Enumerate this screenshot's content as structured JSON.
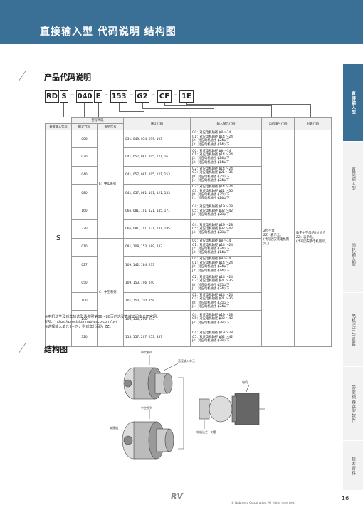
{
  "header": {
    "title": "直接输入型 代码说明 结构图"
  },
  "section1": {
    "title": "产品代码说明"
  },
  "code": {
    "boxes": [
      "RD",
      "S",
      "040",
      "E",
      "153",
      "G2",
      "CF",
      "1E"
    ]
  },
  "table": {
    "group_header": "型号代码",
    "headers": [
      "直接输入代号",
      "额定代号",
      "系列代号",
      "速比代码",
      "输入单元代码",
      "电机法兰代码",
      "对套代码"
    ],
    "direct_code": "S",
    "series_e": "E：中实系列",
    "series_c": "C：中空系列",
    "motor_flange": [
      "2位字母",
      "ZZ：表示无。",
      "(代号因安装电机而异。)"
    ],
    "sleeve": [
      "数字＋字母的2位组合",
      "ZZ：表示无。",
      "(代号因安装电机而异。)"
    ],
    "rows": [
      {
        "rated": "006",
        "ratio": "031, 043, 054, 079, 103",
        "input": [
          "G0：对应电机轴径 ϕ8 ～14",
          "G1：对应电机轴径 ϕ14 ～24",
          "J2：对应电机轴径 ϕ24以下",
          "J3：对应电机轴径 ϕ14以下"
        ]
      },
      {
        "rated": "020",
        "ratio": "041, 057, 081, 105, 121, 161",
        "input": [
          "G0：对应电机轴径 ϕ8 ～14",
          "G1：对应电机轴径 ϕ14 ～24",
          "J2：对应电机轴径 ϕ24以下",
          "J3：对应电机轴径 ϕ14以下"
        ]
      },
      {
        "rated": "040",
        "ratio": "041, 057, 081, 105, 121, 153",
        "input": [
          "G2：对应电机轴径 ϕ14 ～24",
          "G3：对应电机轴径 ϕ21 ～35",
          "J8：对应电机轴径 ϕ35以下",
          "J1：对应电机轴径 ϕ24以下"
        ]
      },
      {
        "rated": "080",
        "ratio": "041, 057, 081, 101, 121, 153",
        "input": [
          "G2：对应电机轴径 ϕ14 ～24",
          "G3：对应电机轴径 ϕ21 ～35",
          "J8：对应电机轴径 ϕ35以下",
          "J1：对应电机轴径 ϕ24以下"
        ]
      },
      {
        "rated": "160",
        "ratio": "066, 081, 101, 121, 145, 171",
        "input": [
          "G4：对应电机轴径 ϕ19 ～28",
          "G5：对应电机轴径 ϕ32 ～42",
          "J4：对应电机轴径 ϕ28以下"
        ]
      },
      {
        "rated": "320",
        "ratio": "066, 081, 101, 121, 141, 185",
        "input": [
          "G4：对应电机轴径 ϕ19 ～28",
          "G5：对应电机轴径 ϕ32 ～42",
          "J4：对应电机轴径 ϕ28以下"
        ]
      },
      {
        "rated": "010",
        "ratio": "081, 108, 153, 189, 243",
        "input": [
          "G0：对应电机轴径 ϕ8 ～14",
          "G1：对应电机轴径 ϕ14 ～24",
          "J2：对应电机轴径 ϕ24以下",
          "J3：对应电机轴径 ϕ14以下"
        ]
      },
      {
        "rated": "027",
        "ratio": "109, 142, 184, 233",
        "input": [
          "G0：对应电机轴径 ϕ8 ～14",
          "G1：对应电机轴径 ϕ14 ～24",
          "J2：对应电机轴径 ϕ24以下",
          "J3：对应电机轴径 ϕ14以下"
        ]
      },
      {
        "rated": "050",
        "ratio": "109, 153, 196, 240",
        "input": [
          "G2：对应电机轴径 ϕ14 ～24",
          "G3：对应电机轴径 ϕ21 ～35",
          "J8：对应电机轴径 ϕ35以下",
          "J1：对应电机轴径 ϕ24以下"
        ]
      },
      {
        "rated": "100",
        "ratio": "101, 150, 210, 258",
        "input": [
          "G2：对应电机轴径 ϕ14 ～24",
          "G3：对应电机轴径 ϕ21 ～35",
          "J8：对应电机轴径 ϕ35以下",
          "J1：对应电机轴径 ϕ24以下"
        ]
      },
      {
        "rated": "200",
        "ratio": "106, 156, 206, 245",
        "input": [
          "G4：对应电机轴径 ϕ19 ～28",
          "G5：对应电机轴径 ϕ32 ～42",
          "J4：对应电机轴径 ϕ28以下"
        ]
      },
      {
        "rated": "320",
        "ratio": "115, 157, 207, 253, 357",
        "input": [
          "G4：对应电机轴径 ϕ19 ～28",
          "G5：对应电机轴径 ϕ32 ～42",
          "J4：对应电机轴径 ϕ28以下"
        ]
      }
    ]
  },
  "notes": [
    "※电机法兰及对套的选型请参照第86～88页的选型表或访问本公司官网。",
    "URL：https://precision.nabtesco.com/tw/",
    "※选择输入单元 J＊时，则对套代码为 ZZ。"
  ],
  "section2": {
    "title": "结构图"
  },
  "diagram": {
    "label_e": "中实系列",
    "label_c": "中空系列",
    "labels": [
      "直接输入单元",
      "减速机",
      "电机法兰",
      "电机",
      "对套"
    ]
  },
  "side_tabs": [
    "直接输入型",
    "直交输入型",
    "齿轮输入型",
    "电机法兰与对套",
    "带变频器选型软件",
    "技术资料"
  ],
  "footer": {
    "logo": "RV",
    "copyright": "© Nabtesco Corporation. All rights reserved.",
    "page": "16"
  },
  "colors": {
    "brand": "#3a6f96",
    "side_inactive": "#f2f2f2"
  }
}
